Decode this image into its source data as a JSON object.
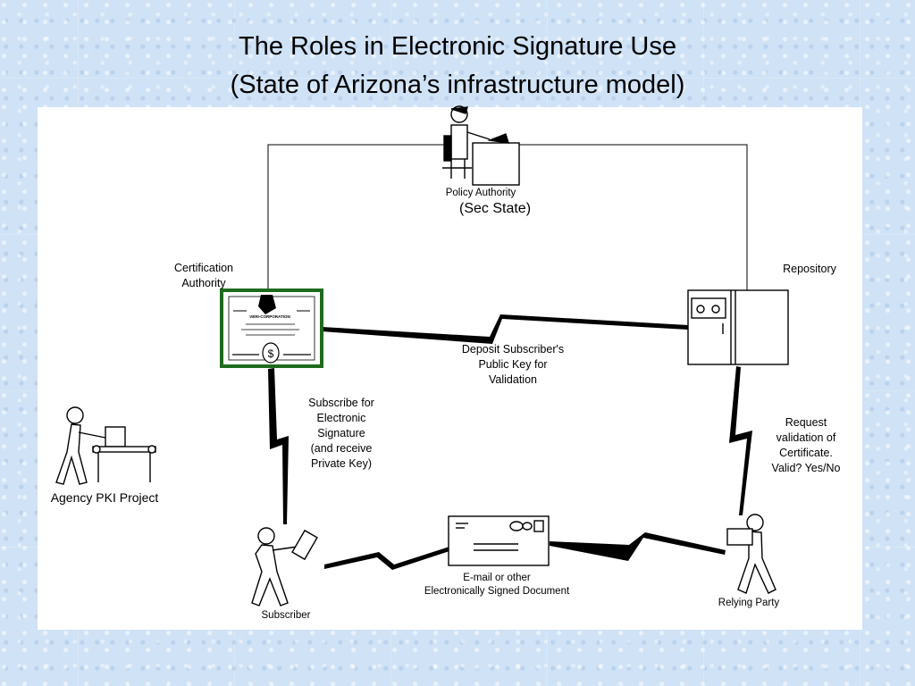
{
  "title": {
    "line1": "The Roles in Electronic Signature Use",
    "line2": "(State of Arizona’s infrastructure model)"
  },
  "nodes": {
    "policy_authority": "Policy Authority",
    "sec_state": "(Sec State)",
    "certification_authority": [
      "Certification",
      "Authority"
    ],
    "repository": "Repository",
    "agency": "Agency PKI Project",
    "subscriber": "Subscriber",
    "relying_party": "Relying Party",
    "document": [
      "E-mail or other",
      "Electronically Signed Document"
    ]
  },
  "edges": {
    "deposit": [
      "Deposit Subscriber's",
      "Public Key for",
      "Validation"
    ],
    "subscribe": [
      "Subscribe for",
      "Electronic",
      "Signature",
      "(and receive",
      "Private Key)"
    ],
    "request": [
      "Request",
      "validation of",
      "Certificate.",
      "Valid? Yes/No"
    ]
  },
  "certificate": {
    "header": "VERI-CORPORATION",
    "seal": "$"
  },
  "colors": {
    "certificate_border": "#1e6b1e",
    "line": "#000000",
    "background": "#cfe2f6"
  }
}
